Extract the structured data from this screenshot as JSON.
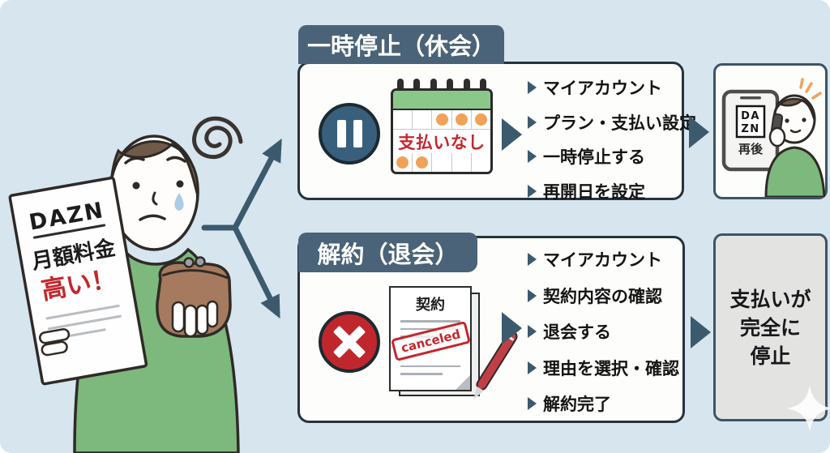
{
  "colors": {
    "background": "#d6e5ee",
    "accent_dark": "#3c5a6e",
    "tab_bg": "#4a6378",
    "alert_red": "#c0272d",
    "shirt_green": "#7db87d",
    "calendar_green": "#8cc78a",
    "dot_orange": "#f0a258",
    "result_gray": "#e3e3e1"
  },
  "person": {
    "thought_icon": "confused-scribble",
    "paper": {
      "brand": "DAZN",
      "line1": "月額料金",
      "line2": "高い！"
    }
  },
  "pause_flow": {
    "title": "一時停止（休会）",
    "calendar_label": "支払いなし",
    "steps": [
      "マイアカウント",
      "プラン・支払い設定",
      "一時停止する",
      "再開日を設定"
    ]
  },
  "resume_box": {
    "logo_line1": "DA",
    "logo_line2": "ZN",
    "caption": "再後"
  },
  "cancel_flow": {
    "title": "解約（退会）",
    "document_title": "契約",
    "stamp_text": "canceled",
    "steps": [
      "マイアカウント",
      "契約内容の確認",
      "退会する",
      "理由を選択・確認",
      "解約完了"
    ]
  },
  "result_box": {
    "line1": "支払いが",
    "line2": "完全に",
    "line3": "停止"
  }
}
